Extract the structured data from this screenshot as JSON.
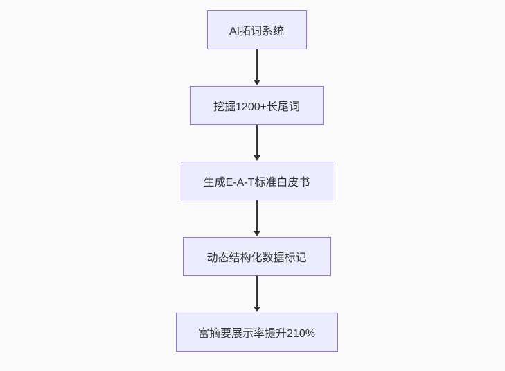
{
  "diagram": {
    "type": "flowchart",
    "direction": "top-down",
    "nodes": [
      {
        "id": "node-1",
        "label": "AI拓词系统"
      },
      {
        "id": "node-2",
        "label": "挖掘1200+长尾词"
      },
      {
        "id": "node-3",
        "label": "生成E-A-T标准白皮书"
      },
      {
        "id": "node-4",
        "label": "动态结构化数据标记"
      },
      {
        "id": "node-5",
        "label": "富摘要展示率提升210%"
      }
    ],
    "edges": [
      {
        "from": "node-1",
        "to": "node-2"
      },
      {
        "from": "node-2",
        "to": "node-3"
      },
      {
        "from": "node-3",
        "to": "node-4"
      },
      {
        "from": "node-4",
        "to": "node-5"
      }
    ],
    "colors": {
      "node_fill": "#ECECFF",
      "node_border": "#9370DB",
      "node_text": "#333333",
      "arrow": "#333333",
      "background": "#fafafa"
    }
  }
}
